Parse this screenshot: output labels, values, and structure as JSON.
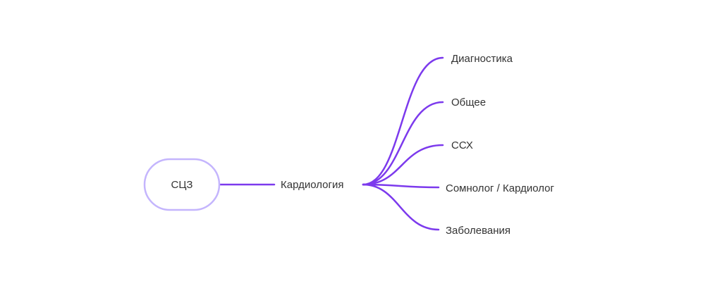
{
  "mindmap": {
    "root": {
      "label": "СЦЗ"
    },
    "main_topic": {
      "label": "Кардиология"
    },
    "subtopics": [
      {
        "label": "Диагностика"
      },
      {
        "label": "Общее"
      },
      {
        "label": "ССХ"
      },
      {
        "label": "Сомнолог / Кардиолог"
      },
      {
        "label": "Заболевания"
      }
    ],
    "colors": {
      "branch": "#7c3aed",
      "root_border": "#c4b5fd",
      "text": "#333333",
      "background": "#ffffff"
    }
  }
}
